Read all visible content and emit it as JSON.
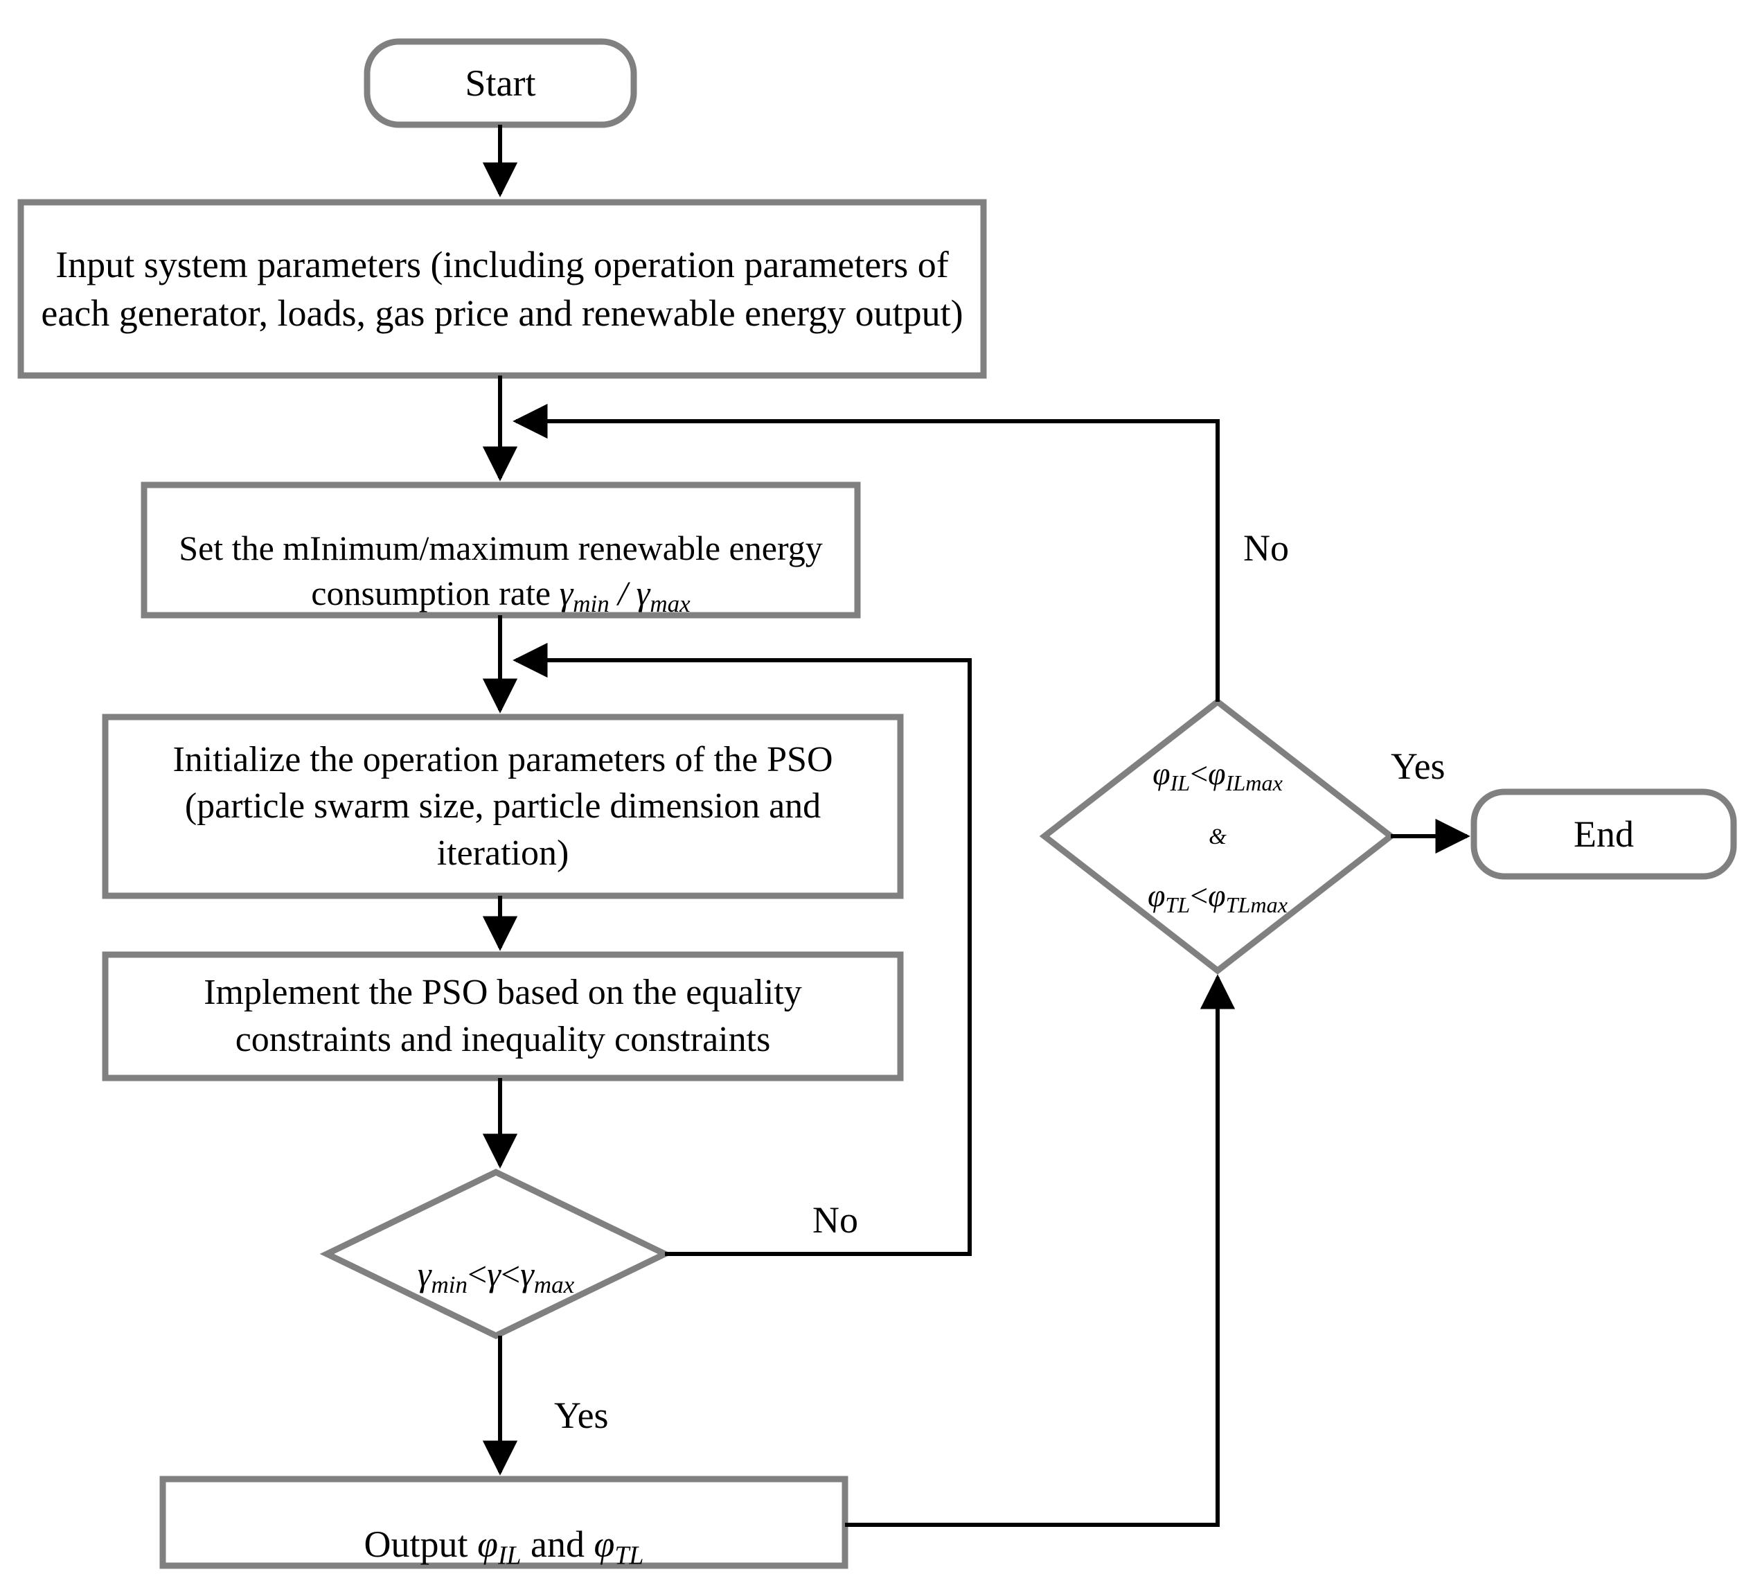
{
  "diagram": {
    "title": "PSO-based renewable energy consumption optimization flowchart",
    "type": "flowchart",
    "colors": {
      "shape_border": "#808080",
      "shape_fill": "#ffffff",
      "connector": "#000000",
      "text": "#000000",
      "background": "#ffffff"
    },
    "nodes": [
      {
        "id": "start",
        "shape": "rounded-rectangle",
        "label": "Start"
      },
      {
        "id": "input-params",
        "shape": "rectangle",
        "label": "Input system parameters (including operation parameters of each generator, loads, gas price and renewable energy output)"
      },
      {
        "id": "set-rate",
        "shape": "rectangle",
        "label_prefix": "Set the mInimum/maximum renewable energy consumption rate ",
        "label_math_1": "γ",
        "label_math_1_sub": "min",
        "label_math_sep": " / ",
        "label_math_2": "γ",
        "label_math_2_sub": "max"
      },
      {
        "id": "init-pso",
        "shape": "rectangle",
        "label": "Initialize the operation parameters of the PSO (particle swarm size, particle dimension and iteration)"
      },
      {
        "id": "implement-pso",
        "shape": "rectangle",
        "label": "Implement the PSO based on the equality constraints and inequality constraints"
      },
      {
        "id": "gamma-decision",
        "shape": "diamond",
        "math": {
          "g1": "γ",
          "g1sub": "min",
          "op1": "<",
          "g2": "γ",
          "op2": "<",
          "g3": "γ",
          "g3sub": "max"
        }
      },
      {
        "id": "phi-decision",
        "shape": "diamond",
        "math": {
          "line1_a": "φ",
          "line1_a_sub": "IL",
          "line1_op": "<",
          "line1_b": "φ",
          "line1_b_sub": "ILmax",
          "line2": "&",
          "line3_a": "φ",
          "line3_a_sub": "TL",
          "line3_op": "<",
          "line3_b": "φ",
          "line3_b_sub": "TLmax"
        }
      },
      {
        "id": "output-phi",
        "shape": "rectangle",
        "label_prefix": "Output ",
        "label_math_1": "φ",
        "label_math_1_sub": "IL",
        "label_mid": " and ",
        "label_math_2": "φ",
        "label_math_2_sub": "TL"
      },
      {
        "id": "end",
        "shape": "rounded-rectangle",
        "label": "End"
      }
    ],
    "edge_labels": {
      "phi_no": "No",
      "phi_yes": "Yes",
      "gamma_no": "No",
      "gamma_yes": "Yes"
    }
  }
}
